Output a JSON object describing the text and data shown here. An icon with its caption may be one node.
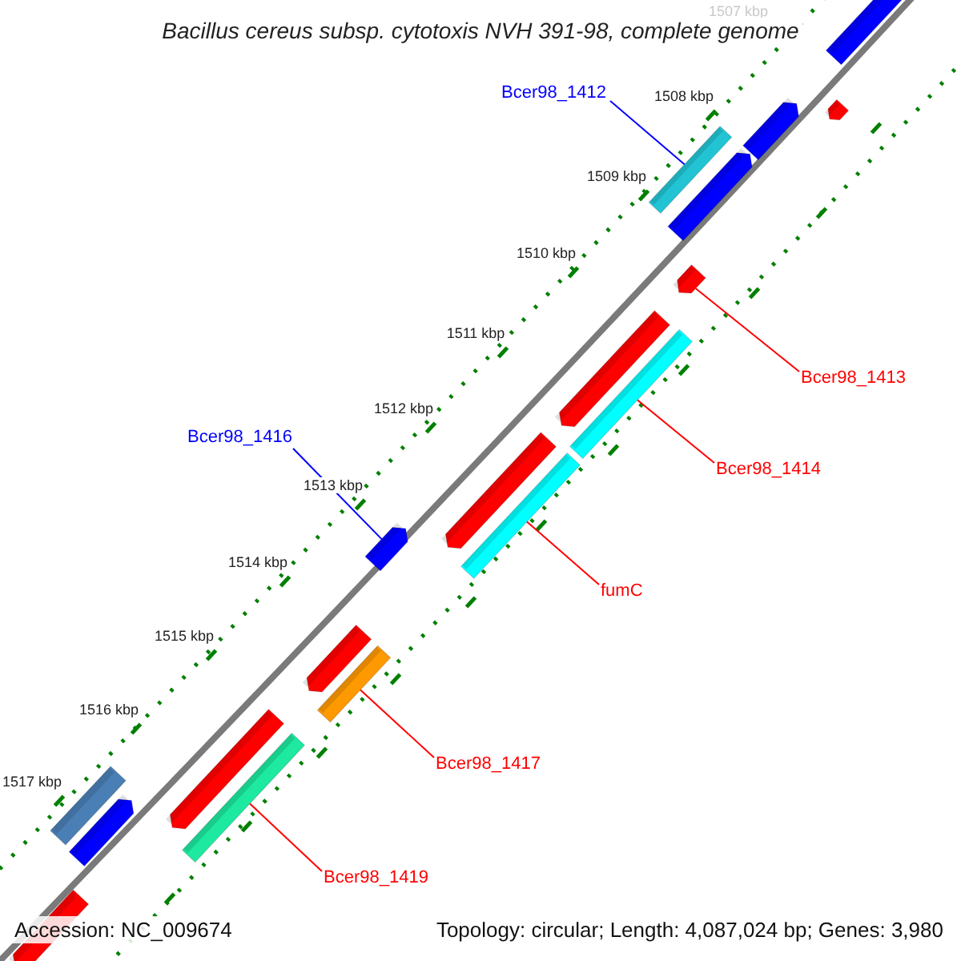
{
  "diagram": {
    "title": "Bacillus cereus subsp. cytotoxis NVH 391-98, complete genome",
    "nodes": [
      {
        "text": [
          "Bcer98_1412"
        ]
      },
      {
        "text": [],
        "shape": "bar"
      },
      {
        "text": [
          "Bcer98_1413"
        ]
      },
      {
        "text": [],
        "shape": "bar"
      },
      {
        "text": [
          "Bcer98_1416"
        ]
      },
      {
        "text": [],
        "shape": "bar"
      },
      {
        "text": [
          "Bcer98_1414"
        ]
      },
      {
        "text": [],
        "shape": "bar"
      },
      {
        "text": [
          "fumC"
        ]
      },
      {
        "text": [],
        "shape": "bar"
      },
      {
        "text": [
          "Bcer98_1417"
        ]
      },
      {
        "text": [],
        "shape": "bar"
      },
      {
        "text": [
          "Bcer98_1419"
        ]
      },
      {
        "text": [],
        "shape": "bar"
      },
      {
        "text": [],
        "shape": "bar"
      },
      {
        "text": [],
        "shape": "bar"
      },
      {
        "text": [],
        "shape": "bar"
      },
      {
        "text": [],
        "shape": "bar"
      },
      {
        "text": [],
        "shape": "bar"
      },
      {
        "text": [],
        "shape": "bar"
      },
      {
        "text": [],
        "shape": "bar"
      },
      {
        "text": [],
        "shape": "bar"
      },
      {
        "text": [],
        "shape": "bar"
      },
      {
        "text": [],
        "shape": "bar"
      },
      {
        "text": [],
        "shape": "bar"
      }
    ],
    "edges": [
      {
        "from": 0,
        "to": 1,
        "arrow": "none",
        "color": "#0000ff"
      },
      {
        "from": 2,
        "to": 3,
        "arrow": "none"
      },
      {
        "from": 4,
        "to": 5,
        "arrow": "none",
        "color": "#0000ff"
      },
      {
        "from": 6,
        "to": 7,
        "arrow": "none"
      },
      {
        "from": 8,
        "to": 9,
        "arrow": "none"
      },
      {
        "from": 10,
        "to": 11,
        "arrow": "none"
      },
      {
        "from": 12,
        "to": 13,
        "arrow": "none"
      }
    ],
    "labels": [
      "1507 kbp",
      "1508 kbp",
      "1509 kbp",
      "1510 kbp",
      "1511 kbp",
      "1512 kbp",
      "1513 kbp",
      "1514 kbp",
      "1515 kbp",
      "1516 kbp",
      "1517 kbp",
      "Accession: NC_009674",
      "Topology: circular; Length: 4,087,024 bp; Genes: 3,980"
    ]
  }
}
